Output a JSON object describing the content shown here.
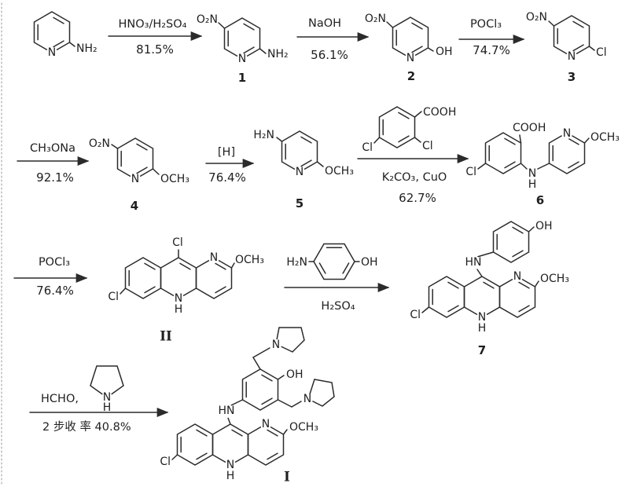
{
  "colors": {
    "background": "#ffffff",
    "ink": "#2b2b2b"
  },
  "atoms": {
    "N": "N",
    "H": "H",
    "NH2": "NH₂",
    "H2N": "H₂N",
    "O2N": "O₂N",
    "OH": "OH",
    "Cl": "Cl",
    "OCH3": "OCH₃",
    "COOH": "COOH",
    "HN": "HN"
  },
  "compound_labels": {
    "c1": "1",
    "c2": "2",
    "c3": "3",
    "c4": "4",
    "c5": "5",
    "c6": "6",
    "c7": "7",
    "intermediate_II": "II",
    "final_I": "I"
  },
  "steps": {
    "s1": {
      "above": "HNO₃/H₂SO₄",
      "below": "81.5%"
    },
    "s2": {
      "above": "NaOH",
      "below": "56.1%"
    },
    "s3": {
      "above": "POCl₃",
      "below": "74.7%"
    },
    "s4": {
      "above": "CH₃ONa",
      "below": "92.1%"
    },
    "s5": {
      "above": "[H]",
      "below": "76.4%"
    },
    "s6": {
      "below_line1": "K₂CO₃, CuO",
      "below_line2": "62.7%"
    },
    "s7": {
      "above": "POCl₃",
      "below": "76.4%"
    },
    "s8": {
      "below": "H₂SO₄"
    },
    "s9": {
      "above": "HCHO,",
      "below": "2 步收 率  40.8%"
    }
  }
}
